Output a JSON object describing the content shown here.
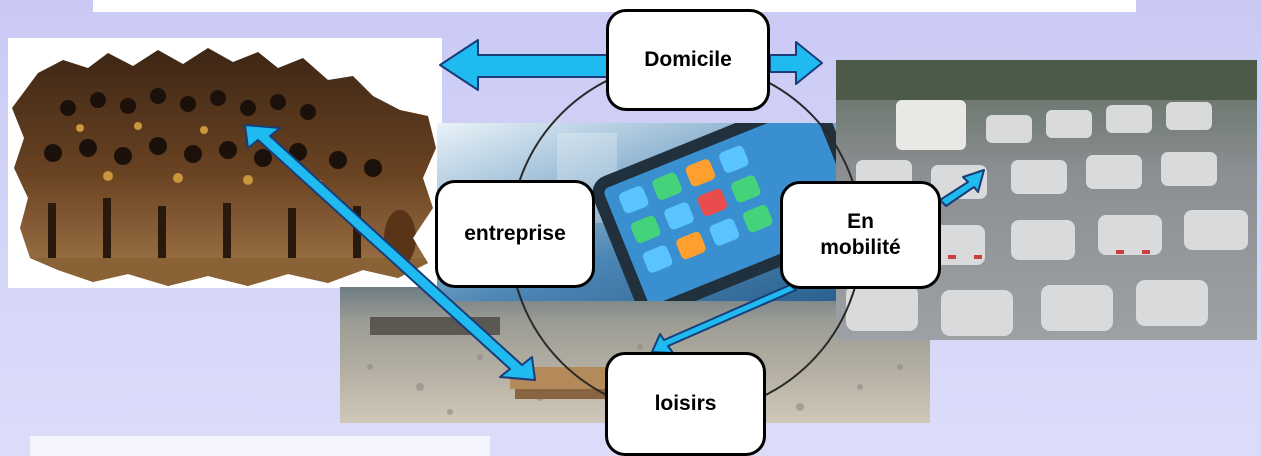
{
  "nodes": {
    "domicile": "Domicile",
    "entreprise": "entreprise",
    "mobilite_line1": "En",
    "mobilite_line2": "mobilité",
    "loisirs": "loisirs"
  },
  "colors": {
    "background": "#d0d0f6",
    "arrow_fill": "#1fbaf0",
    "arrow_stroke": "#1a3c78",
    "node_fill": "#ffffff",
    "node_border": "#000000"
  },
  "photos": [
    "orchestra-photo",
    "smartphone-photo",
    "beach-photo",
    "traffic-jam-photo"
  ]
}
